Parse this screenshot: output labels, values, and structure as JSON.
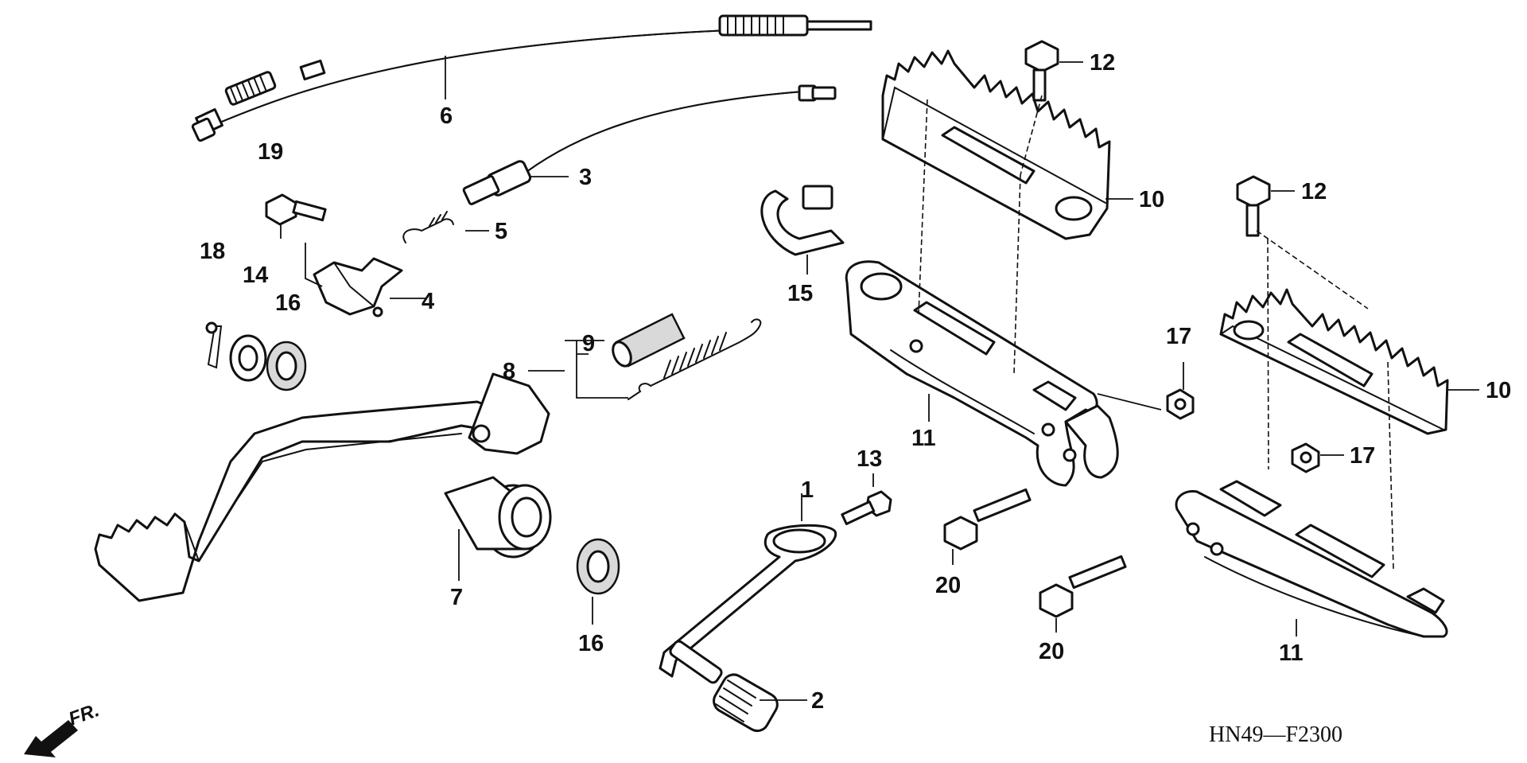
{
  "diagram": {
    "code": "HN49—F2300",
    "front_indicator": "FR.",
    "callouts": [
      {
        "id": "c1",
        "label": "1"
      },
      {
        "id": "c2",
        "label": "2"
      },
      {
        "id": "c3",
        "label": "3"
      },
      {
        "id": "c4",
        "label": "4"
      },
      {
        "id": "c5",
        "label": "5"
      },
      {
        "id": "c6",
        "label": "6"
      },
      {
        "id": "c7",
        "label": "7"
      },
      {
        "id": "c8",
        "label": "8"
      },
      {
        "id": "c9",
        "label": "9"
      },
      {
        "id": "c10a",
        "label": "10"
      },
      {
        "id": "c10b",
        "label": "10"
      },
      {
        "id": "c11a",
        "label": "11"
      },
      {
        "id": "c11b",
        "label": "11"
      },
      {
        "id": "c12a",
        "label": "12"
      },
      {
        "id": "c12b",
        "label": "12"
      },
      {
        "id": "c13",
        "label": "13"
      },
      {
        "id": "c14",
        "label": "14"
      },
      {
        "id": "c15",
        "label": "15"
      },
      {
        "id": "c16a",
        "label": "16"
      },
      {
        "id": "c16b",
        "label": "16"
      },
      {
        "id": "c17a",
        "label": "17"
      },
      {
        "id": "c17b",
        "label": "17"
      },
      {
        "id": "c18",
        "label": "18"
      },
      {
        "id": "c19",
        "label": "19"
      },
      {
        "id": "c20a",
        "label": "20"
      },
      {
        "id": "c20b",
        "label": "20"
      }
    ]
  }
}
